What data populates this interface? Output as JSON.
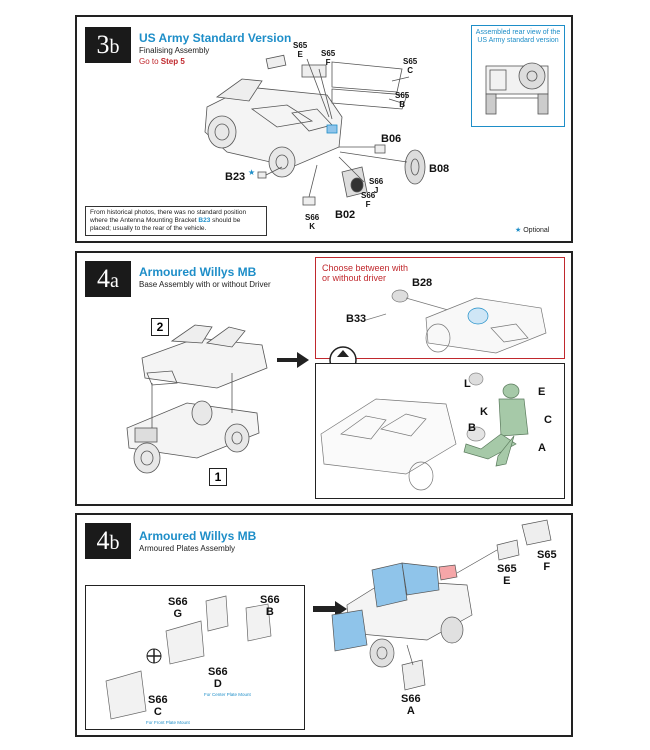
{
  "step3b": {
    "badge_main": "3",
    "badge_sub": "b",
    "title": "US Army Standard Version",
    "subtitle": "Finalising Assembly",
    "goto_prefix": "Go to ",
    "goto_step": "Step 5",
    "parts": {
      "s65e": "S65\nE",
      "s65f": "S65\nF",
      "s65c": "S65\nC",
      "s65b": "S65\nB",
      "b06": "B06",
      "b08": "B08",
      "b23": "B23",
      "b02": "B02",
      "s66j": "S66\nJ",
      "s66f": "S66\nF",
      "s66k": "S66\nK"
    },
    "note": "From historical photos, there was no standard position where the Antenna Mounting Bracket",
    "note_highlight": "B23",
    "note_tail": "should be placed; usually to the rear of the vehicle.",
    "inset_caption": "Assembled rear view of the US Army standard version",
    "optional_label": "Optional"
  },
  "step4a": {
    "badge_main": "4",
    "badge_sub": "a",
    "title": "Armoured Willys MB",
    "subtitle": "Base Assembly with or without Driver",
    "num1": "1",
    "num2": "2",
    "choose_caption": "Choose between with or without driver",
    "parts": {
      "b28": "B28",
      "b33": "B33",
      "l": "L",
      "e": "E",
      "k": "K",
      "c": "C",
      "b": "B",
      "a": "A"
    }
  },
  "step4b": {
    "badge_main": "4",
    "badge_sub": "b",
    "title": "Armoured Willys MB",
    "subtitle": "Armoured Plates Assembly",
    "parts": {
      "s65e": "S65\nE",
      "s65f": "S65\nF",
      "s66g": "S66\nG",
      "s66b": "S66\nB",
      "s66d": "S66\nD",
      "s66c": "S66\nC",
      "s66a": "S66\nA"
    },
    "mini_cap_center": "For Center Plate Mount",
    "mini_cap_front": "For Front Plate Mount"
  },
  "colors": {
    "accent_blue": "#1e8ec8",
    "accent_red": "#c0282d",
    "plate_blue": "#8fc4ea",
    "figure_green": "#a6c9a8"
  }
}
